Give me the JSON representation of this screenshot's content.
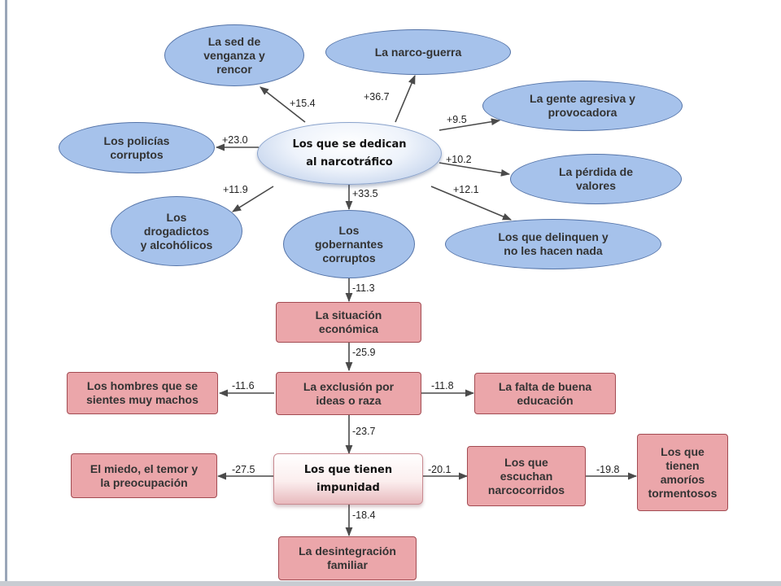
{
  "nodes": {
    "sed_venganza": "La sed de\nvenganza y\nrencor",
    "narco_guerra": "La narco-guerra",
    "gente_agresiva": "La gente agresiva y\nprovocadora",
    "policias": "Los policías\ncorruptos",
    "narcotrafico": "Los que se dedican\nal narcotráfico",
    "perdida_valores": "La pérdida de\nvalores",
    "drogadictos": "Los\ndrogadictos\ny alcohólicos",
    "gobernantes": "Los\ngobernantes\ncorruptos",
    "delinquen": "Los que delinquen y\nno les hacen nada",
    "situacion": "La situación\neconómica",
    "hombres": "Los hombres que se\nsientes muy machos",
    "exclusion": "La exclusión por\nideas o raza",
    "educacion": "La falta de buena\neducación",
    "miedo": "El miedo, el temor y\nla preocupación",
    "impunidad": "Los que tienen\nimpunidad",
    "narcocorridos": "Los que\nescuchan\nnarcocorridos",
    "amorios": "Los que\ntienen\namoríos\ntormentosos",
    "desintegracion": "La desintegración\nfamiliar"
  },
  "edges": {
    "sed_venganza": "+15.4",
    "narco_guerra": "+36.7",
    "gente_agresiva": "+9.5",
    "policias": "+23.0",
    "perdida_valores": "+10.2",
    "drogadictos": "+11.9",
    "gobernantes": "+33.5",
    "delinquen": "+12.1",
    "situacion": "-11.3",
    "exclusion": "-25.9",
    "hombres": "-11.6",
    "educacion": "-11.8",
    "impunidad": "-23.7",
    "miedo": "-27.5",
    "narcocorridos": "-20.1",
    "amorios": "-19.8",
    "desintegracion": "-18.4"
  },
  "colors": {
    "oval_fill": "#a6c2eb",
    "oval_border": "#5574a8",
    "rect_fill": "#eba6aa",
    "rect_border": "#a24b52",
    "arrow": "#4a4a4a"
  }
}
